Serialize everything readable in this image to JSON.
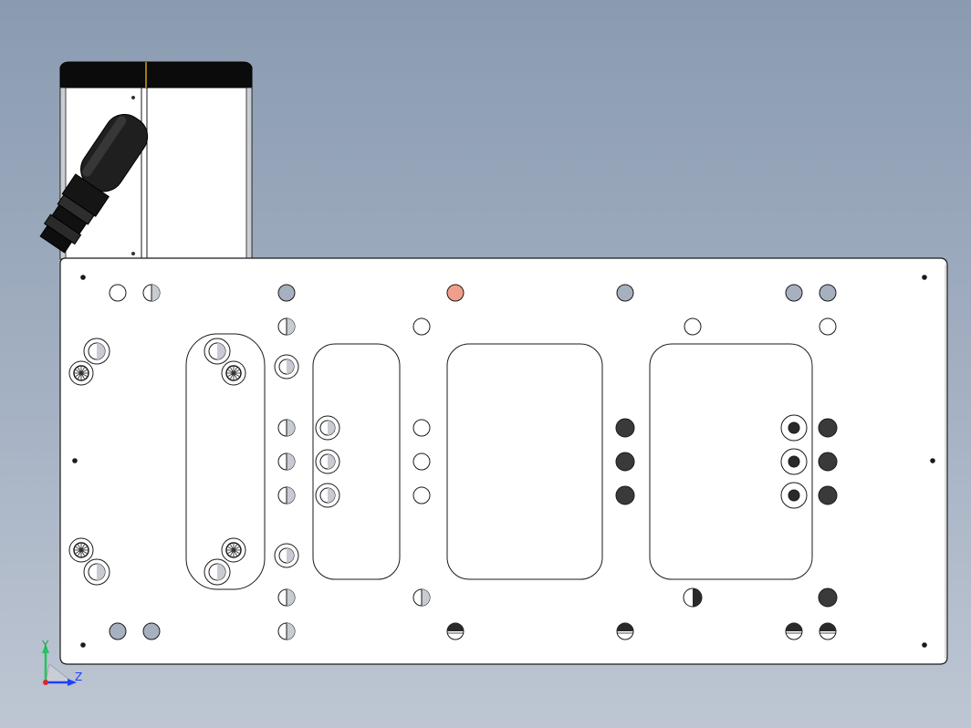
{
  "view": {
    "background_top": "#8a9bb1",
    "background_bottom": "#bec6d3",
    "plate_fill": "#ffffff",
    "edge_color": "#1a1a1a",
    "hole_fill_grey": "#a7b0bf",
    "hole_fill_dark": "#3a3a3a",
    "hole_fill_highlight": "#f0a08a",
    "connector_color": "#2a2a2a"
  },
  "triad": {
    "y_label": "Y",
    "z_label": "Z",
    "y_color": "#22c55e",
    "z_color": "#1e40ff",
    "origin_color": "#dc2626"
  },
  "model": {
    "parts": [
      "mounting-plate",
      "enclosure-box",
      "round-connector"
    ],
    "icons": [
      "view-triad-icon"
    ]
  }
}
